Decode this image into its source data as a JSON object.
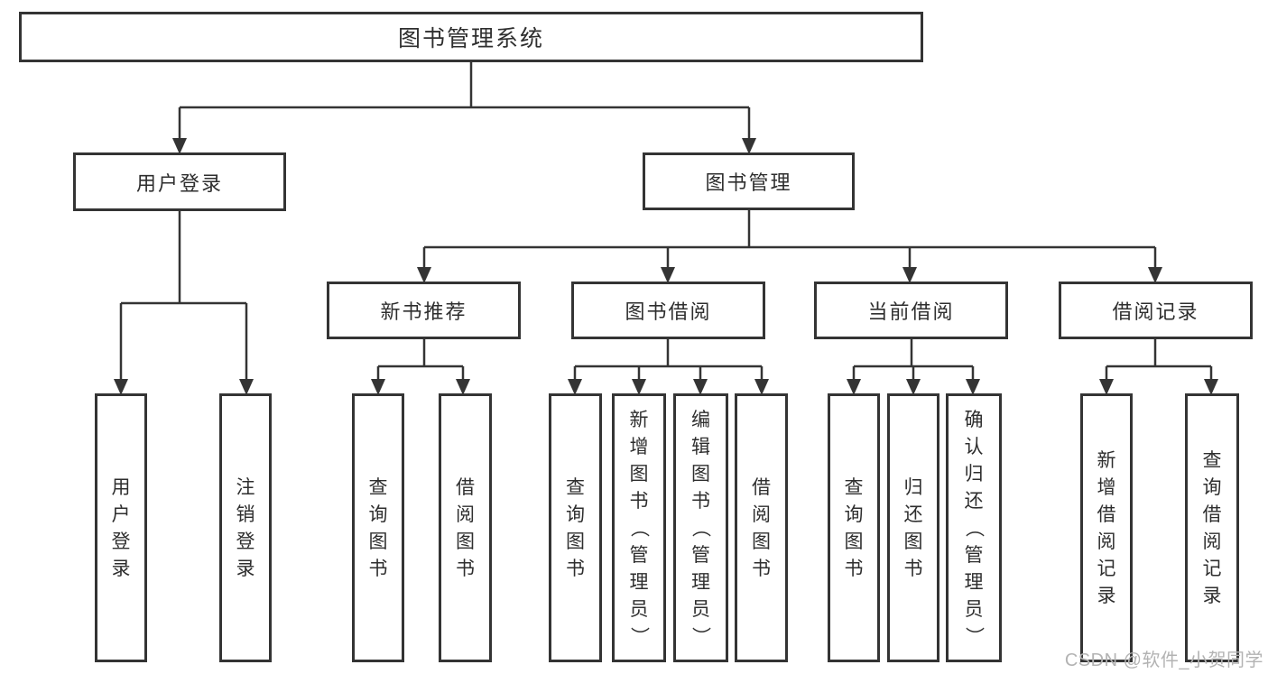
{
  "diagram": {
    "root": {
      "label": "图书管理系统"
    },
    "branches": [
      {
        "label": "用户登录",
        "children": [
          {
            "label": "用户登录"
          },
          {
            "label": "注销登录"
          }
        ]
      },
      {
        "label": "图书管理",
        "children": [
          {
            "label": "新书推荐",
            "children": [
              {
                "label": "查询图书"
              },
              {
                "label": "借阅图书"
              }
            ]
          },
          {
            "label": "图书借阅",
            "children": [
              {
                "label": "查询图书"
              },
              {
                "label": "新增图书（管理员）"
              },
              {
                "label": "编辑图书（管理员）"
              },
              {
                "label": "借阅图书"
              }
            ]
          },
          {
            "label": "当前借阅",
            "children": [
              {
                "label": "查询图书"
              },
              {
                "label": "归还图书"
              },
              {
                "label": "确认归还（管理员）"
              }
            ]
          },
          {
            "label": "借阅记录",
            "children": [
              {
                "label": "新增借阅记录"
              },
              {
                "label": "查询借阅记录"
              }
            ]
          }
        ]
      }
    ]
  },
  "watermark": {
    "text": "CSDN @软件_小贺同学"
  },
  "colors": {
    "line": "#343434",
    "box_border": "#343434",
    "box_fill": "#ffffff",
    "text": "#2e2e2e",
    "watermark": "#b3b3b3",
    "background": "#ffffff"
  }
}
